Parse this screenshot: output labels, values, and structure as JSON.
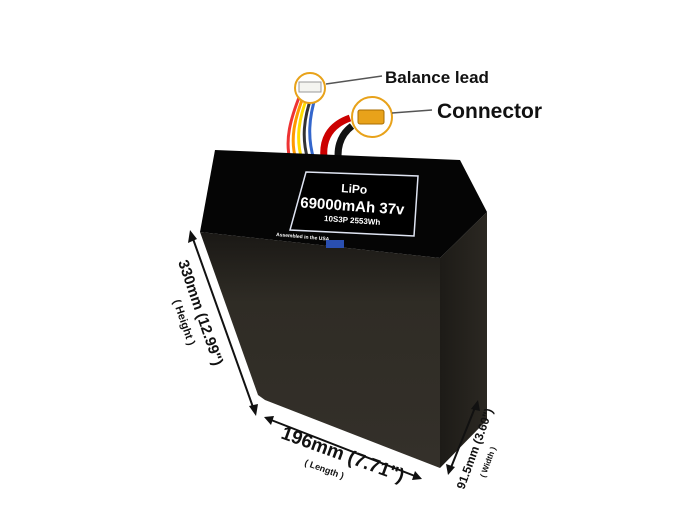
{
  "callouts": {
    "balance_lead": "Balance lead",
    "connector": "Connector"
  },
  "label": {
    "chemistry": "LiPo",
    "capacity_voltage": "69000mAh 37v",
    "config_energy": "10S3P 2553Wh",
    "assembled": "Assembled in the USA"
  },
  "dimensions": {
    "height": "330mm (12.99\")",
    "height_caption": "( Height )",
    "length": "196mm (7.71\")",
    "length_caption": "( Length )",
    "width": "91.5mm (3.60\")",
    "width_caption": "( Width )"
  },
  "colors": {
    "body": "#2e2b24",
    "top": "#050505",
    "connector": "#e8a21a"
  }
}
